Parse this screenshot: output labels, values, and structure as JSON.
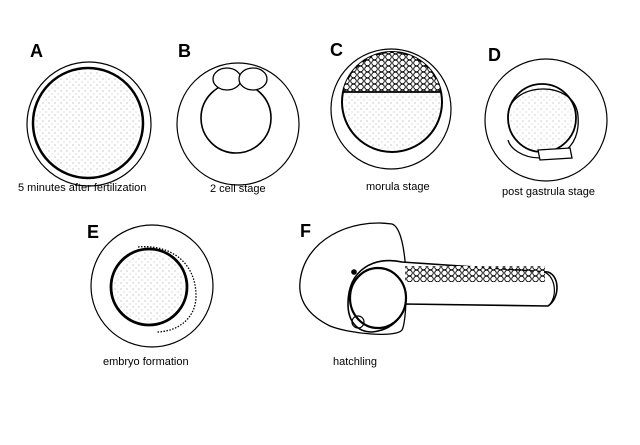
{
  "panels": [
    {
      "letter": "A",
      "caption": "5 minutes after fertilization"
    },
    {
      "letter": "B",
      "caption": "2 cell stage"
    },
    {
      "letter": "C",
      "caption": "morula stage"
    },
    {
      "letter": "D",
      "caption": "post gastrula stage"
    },
    {
      "letter": "E",
      "caption": "embryo formation"
    },
    {
      "letter": "F",
      "caption": "hatchling"
    }
  ],
  "colors": {
    "ink": "#000000",
    "background": "#ffffff"
  }
}
